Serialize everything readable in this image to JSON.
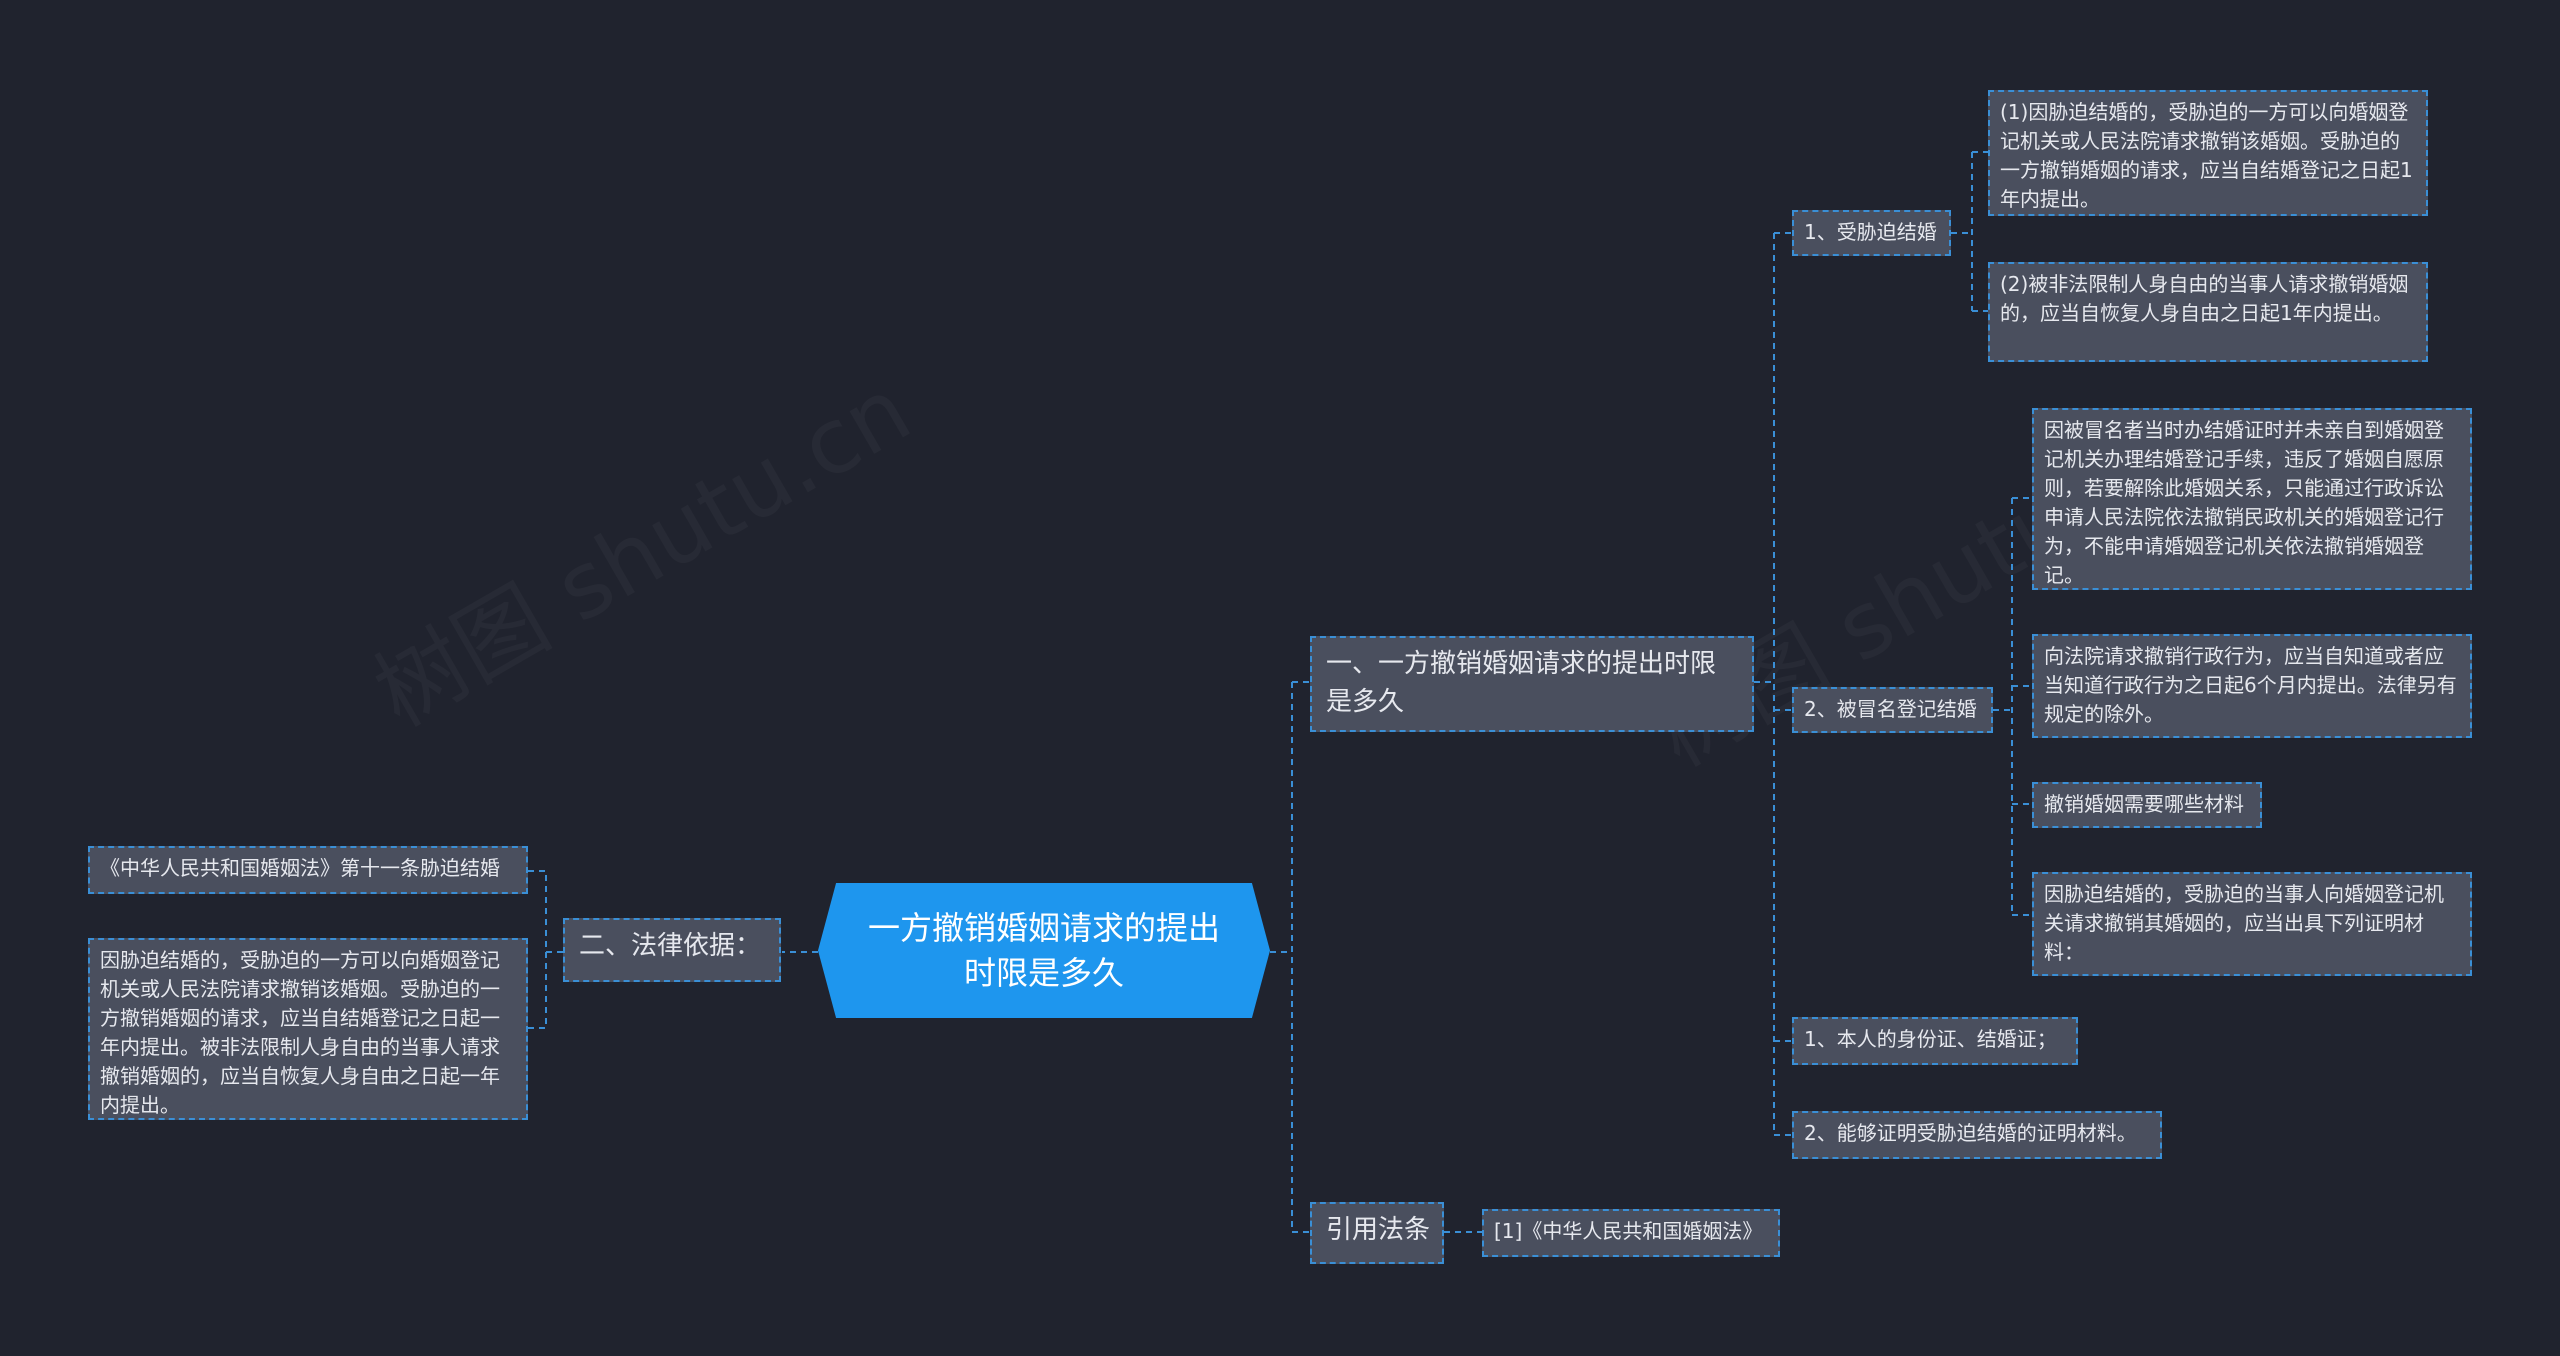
{
  "watermark": "树图 shutu.cn",
  "root": "一方撤销婚姻请求的提出时限是多久",
  "left": {
    "branch": "二、法律依据：",
    "items": [
      "《中华人民共和国婚姻法》第十一条胁迫结婚",
      "因胁迫结婚的，受胁迫的一方可以向婚姻登记机关或人民法院请求撤销该婚姻。受胁迫的一方撤销婚姻的请求，应当自结婚登记之日起一年内提出。被非法限制人身自由的当事人请求撤销婚姻的，应当自恢复人身自由之日起一年内提出。"
    ]
  },
  "right": {
    "branch1": {
      "label": "一、一方撤销婚姻请求的提出时限是多久",
      "sub1": {
        "label": "1、受胁迫结婚",
        "items": [
          "(1)因胁迫结婚的，受胁迫的一方可以向婚姻登记机关或人民法院请求撤销该婚姻。受胁迫的一方撤销婚姻的请求，应当自结婚登记之日起1年内提出。",
          "(2)被非法限制人身自由的当事人请求撤销婚姻的，应当自恢复人身自由之日起1年内提出。"
        ]
      },
      "sub2": {
        "label": "2、被冒名登记结婚",
        "items": [
          "因被冒名者当时办结婚证时并未亲自到婚姻登记机关办理结婚登记手续，违反了婚姻自愿原则，若要解除此婚姻关系，只能通过行政诉讼申请人民法院依法撤销民政机关的婚姻登记行为，不能申请婚姻登记机关依法撤销婚姻登记。",
          "向法院请求撤销行政行为，应当自知道或者应当知道行政行为之日起6个月内提出。法律另有规定的除外。",
          "撤销婚姻需要哪些材料",
          "因胁迫结婚的，受胁迫的当事人向婚姻登记机关请求撤销其婚姻的，应当出具下列证明材料："
        ]
      },
      "sub3": "1、本人的身份证、结婚证；",
      "sub4": "2、能够证明受胁迫结婚的证明材料。"
    },
    "branch2": {
      "label": "引用法条",
      "item": "[1]《中华人民共和国婚姻法》"
    }
  },
  "colors": {
    "background": "#20232e",
    "node": "#4a4f5e",
    "root": "#1e96ee",
    "line": "#3a8fd6",
    "text": "#e6e8ee"
  }
}
